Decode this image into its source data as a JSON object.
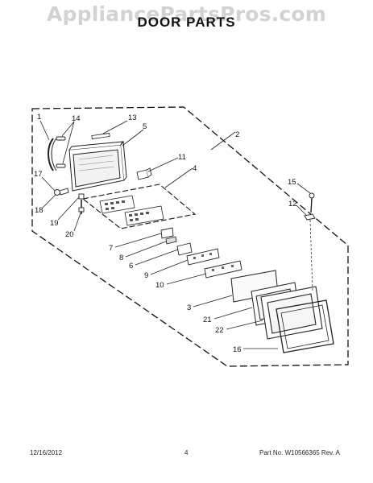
{
  "watermark": "AppliancePartsPros.com",
  "title": "DOOR PARTS",
  "callouts": [
    "1",
    "14",
    "13",
    "5",
    "2",
    "17",
    "11",
    "4",
    "18",
    "19",
    "20",
    "15",
    "12",
    "7",
    "8",
    "6",
    "9",
    "10",
    "3",
    "21",
    "22",
    "16"
  ],
  "footer": {
    "date": "12/16/2012",
    "page": "4",
    "part_number": "Part No. W10566365  Rev. A"
  }
}
